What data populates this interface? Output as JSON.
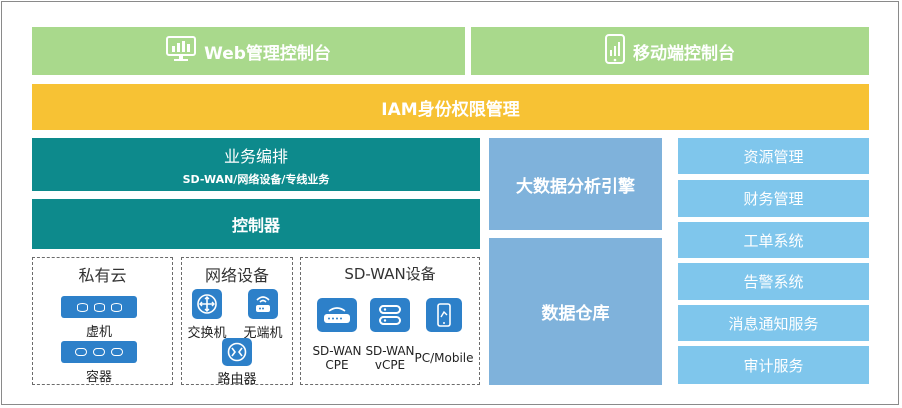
{
  "top": {
    "web_console": "Web管理控制台",
    "mobile_console": "移动端控制台"
  },
  "iam": "IAM身份权限管理",
  "orchestration": {
    "title": "业务编排",
    "subtitle": "SD-WAN/网络设备/专线业务"
  },
  "controller": "控制器",
  "private_cloud": {
    "title": "私有云",
    "items": [
      "虚机",
      "容器"
    ]
  },
  "network_devices": {
    "title": "网络设备",
    "items": [
      "交换机",
      "无端机",
      "路由器"
    ]
  },
  "sdwan_devices": {
    "title": "SD-WAN设备",
    "items": [
      "SD-WAN\nCPE",
      "SD-WAN\nvCPE",
      "PC/Mobile"
    ]
  },
  "bigdata": "大数据分析引擎",
  "warehouse": "数据仓库",
  "services": [
    "资源管理",
    "财务管理",
    "工单系统",
    "告警系统",
    "消息通知服务",
    "审计服务"
  ],
  "colors": {
    "green": "#a9d98c",
    "yellow": "#f7c234",
    "teal": "#0d8a8c",
    "blue_mid": "#7fb2db",
    "blue_light": "#7fc6ec",
    "device_blue": "#2d80c9"
  },
  "icons": [
    "monitor-chart-icon",
    "mobile-chart-icon",
    "switch-icon",
    "ap-icon",
    "router-icon",
    "cpe-icon",
    "vcpe-icon",
    "mobile-device-icon",
    "server-stack-icon"
  ]
}
